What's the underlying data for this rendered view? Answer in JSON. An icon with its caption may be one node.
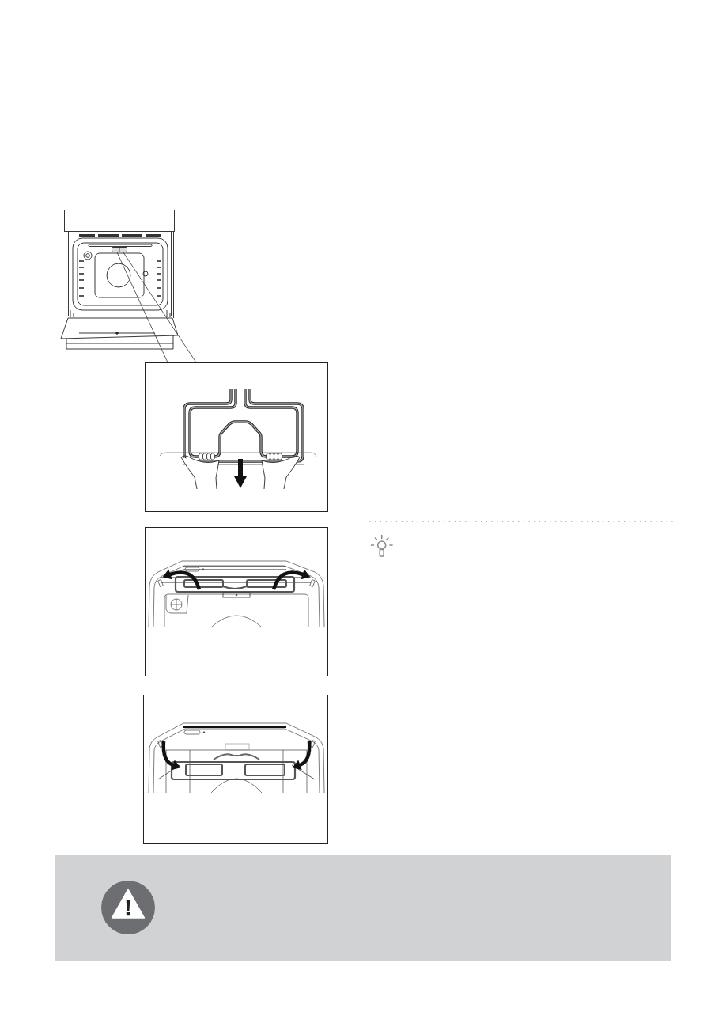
{
  "diagram": {
    "nodes": [
      {
        "text": [],
        "shape": "picture"
      },
      {
        "text": [],
        "shape": "picture",
        "in": 0
      },
      {
        "text": [],
        "shape": "picture"
      }
    ],
    "edges": [
      {
        "from": 1,
        "to": 2,
        "arrow": "none"
      }
    ]
  }
}
